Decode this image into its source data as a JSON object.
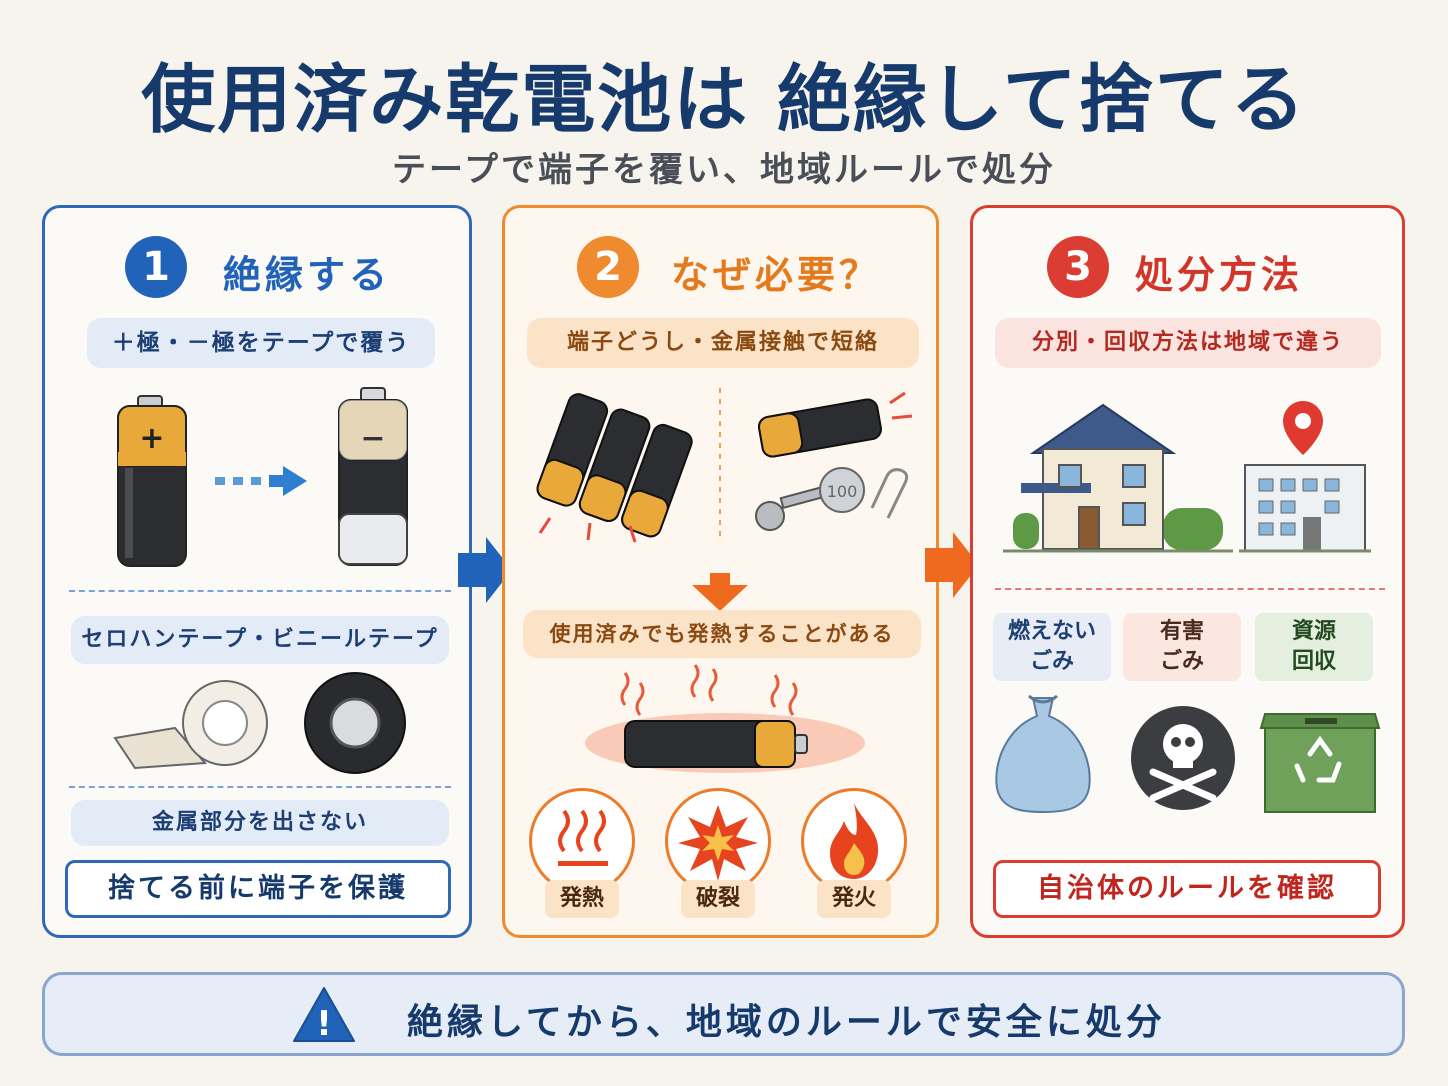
{
  "title": "使用済み乾電池は 絶縁して捨てる",
  "subtitle": "テープで端子を覆い、地域ルールで処分",
  "panel1": {
    "number": "1",
    "heading": "絶縁する",
    "pill1": "＋極・－極をテープで覆う",
    "pill2": "セロハンテープ・ビニールテープ",
    "pill3": "金属部分を出さない",
    "footer": "捨てる前に端子を保護",
    "battery_plus": "+",
    "battery_minus": "−"
  },
  "panel2": {
    "number": "2",
    "heading": "なぜ必要？",
    "pill1": "端子どうし・金属接触で短絡",
    "pill2": "使用済みでも発熱することがある",
    "coin_text": "100",
    "risks": [
      "発熱",
      "破裂",
      "発火"
    ]
  },
  "panel3": {
    "number": "3",
    "heading": "処分方法",
    "pill1": "分別・回収方法は地域で違う",
    "bins": [
      {
        "line1": "燃えない",
        "line2": "ごみ"
      },
      {
        "line1": "有害",
        "line2": "ごみ"
      },
      {
        "line1": "資源",
        "line2": "回収"
      }
    ],
    "footer": "自治体のルールを確認"
  },
  "bottom": {
    "message": "絶縁してから、地域のルールで安全に処分",
    "warning_symbol": "!"
  },
  "colors": {
    "navy": "#163a6b",
    "blue": "#2f68b8",
    "orange": "#ef8a2e",
    "red": "#dc3d33"
  }
}
